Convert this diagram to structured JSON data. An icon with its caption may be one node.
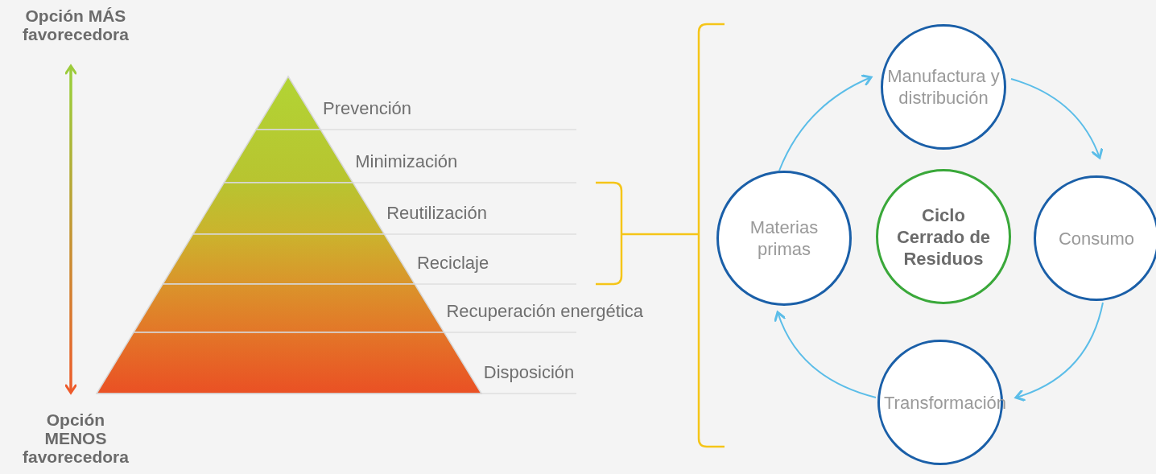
{
  "diagram": {
    "nodes": [
      {
        "text": [
          "Opción MÁS favorecedora"
        ]
      },
      {
        "text": [
          "Prevención"
        ]
      },
      {
        "text": [
          "Minimización"
        ]
      },
      {
        "text": [
          "Reutilización"
        ]
      },
      {
        "text": [
          "Reciclaje"
        ]
      },
      {
        "text": [
          "Recuperación energética"
        ]
      },
      {
        "text": [
          "Disposición"
        ]
      },
      {
        "text": [
          "Manufactura y distribución"
        ]
      },
      {
        "text": [
          "Materias primas"
        ]
      },
      {
        "text": [
          "Ciclo Cerrado de Residuos"
        ]
      },
      {
        "text": [
          "Consumo"
        ]
      },
      {
        "text": [
          "Transformación"
        ]
      },
      {
        "text": [
          "Opción MENOS favorecedora"
        ]
      }
    ],
    "edges": [
      {
        "from": 0,
        "to": 12,
        "arrow": "both"
      },
      {
        "from": 8,
        "to": 7,
        "arrow": "to"
      },
      {
        "from": 7,
        "to": 10,
        "arrow": "to"
      },
      {
        "from": 10,
        "to": 11,
        "arrow": "to"
      },
      {
        "from": 11,
        "to": 8,
        "arrow": "to"
      }
    ]
  }
}
